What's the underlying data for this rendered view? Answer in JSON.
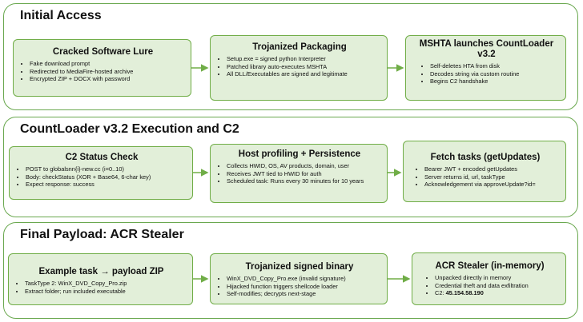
{
  "sections": [
    {
      "title": "Initial Access",
      "steps": [
        {
          "title": "Cracked Software Lure",
          "bullets": [
            "Fake download prompt",
            "Redirected to MediaFire-hosted archive",
            "Encrypted ZIP + DOCX with password"
          ]
        },
        {
          "title": "Trojanized Packaging",
          "bullets": [
            "Setup.exe = signed python Interpreter",
            "Patched library auto-executes MSHTA",
            "All DLL/Executables are signed and legitimate"
          ]
        },
        {
          "title": "MSHTA launches CountLoader v3.2",
          "bullets": [
            "Self-deletes HTA from disk",
            "Decodes string via custom routine",
            "Begins C2 handshake"
          ]
        }
      ]
    },
    {
      "title": "CountLoader v3.2 Execution and C2",
      "steps": [
        {
          "title": "C2 Status Check",
          "bullets": [
            "POST to globalsnn{i}-new.cc (i=0..10)",
            "Body: checkStatus (XOR + Base64, 6-char key)",
            "Expect response: success"
          ]
        },
        {
          "title": "Host profiling + Persistence",
          "bullets": [
            "Collects HWID, OS, AV products, domain, user",
            "Receives JWT tied to HWID for auth",
            "Scheduled task: Runs every 30 minutes for 10 years"
          ]
        },
        {
          "title": "Fetch tasks (getUpdates)",
          "bullets": [
            "Bearer JWT + encoded getUpdates",
            "Server returns id, url, taskType",
            "Acknowledgement via approveUpdate?id="
          ]
        }
      ]
    },
    {
      "title": "Final Payload: ACR Stealer",
      "steps": [
        {
          "title": "Example task → payload ZIP",
          "bullets": [
            "TaskType 2: WinX_DVD_Copy_Pro.zip",
            "Extract folder; run included executable"
          ]
        },
        {
          "title": "Trojanized signed binary",
          "bullets": [
            "WinX_DVD_Copy_Pro.exe (invalid signature)",
            "Hijacked function triggers shellcode loader",
            "Self-modifies; decrypts next-stage"
          ]
        },
        {
          "title": "ACR Stealer (in-memory)",
          "bullets": [
            "Unpacked directly in memory",
            "Credential theft and data exfiltration"
          ],
          "c2_label": "C2: ",
          "c2_value": "45.154.58.190"
        }
      ]
    }
  ],
  "colors": {
    "box_fill": "#e2efd9",
    "box_border": "#70ad47",
    "panel_border": "#6aa84f",
    "arrow": "#70ad47"
  }
}
